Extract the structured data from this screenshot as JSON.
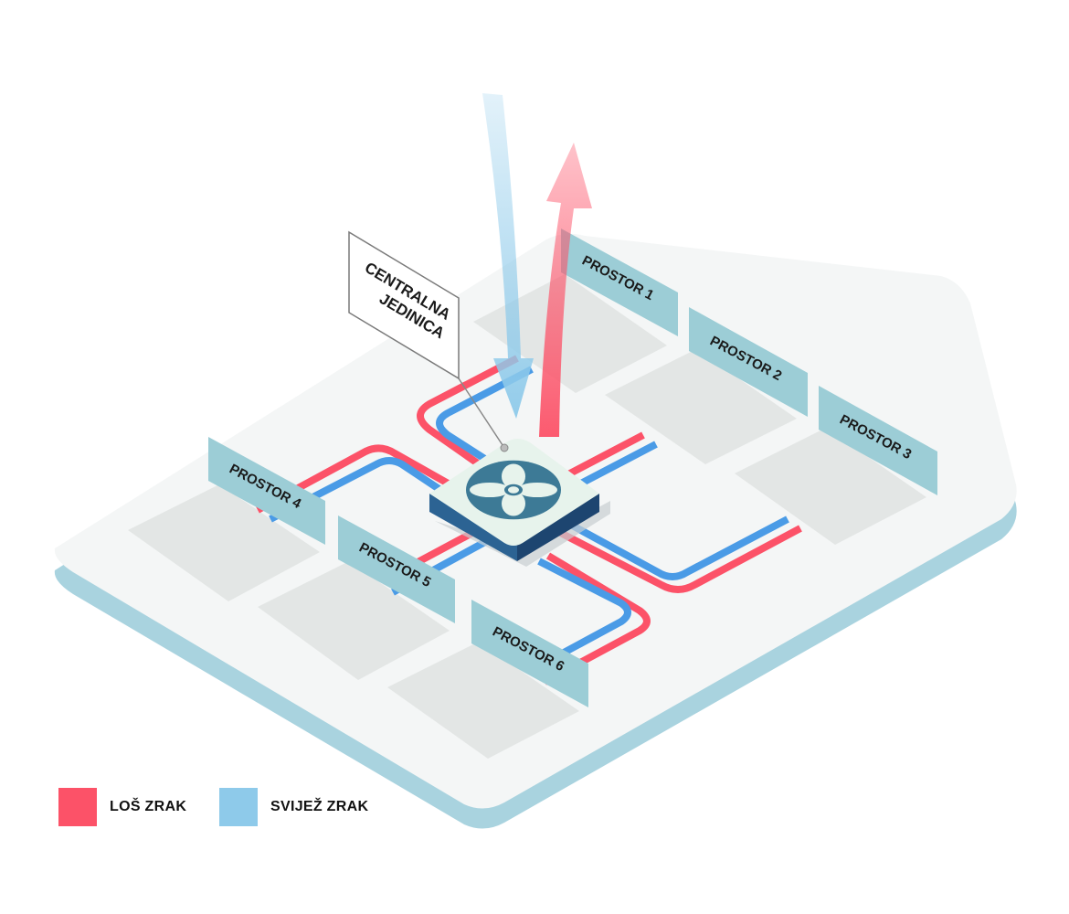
{
  "colors": {
    "bad_air": "#fc5268",
    "fresh_air": "#8ecaea",
    "duct_blue": "#4a9be6",
    "floor": "#f4f6f6",
    "floor_edge": "#a9d3df",
    "room": "#e3e6e5",
    "sign": "#9ccdd6",
    "unit_top": "#e7f3ec",
    "unit_side": "#23507c",
    "fan": "#3d7a96"
  },
  "unit": {
    "line1": "CENTRALNA",
    "line2": "JEDINICA",
    "icon": "fan-icon"
  },
  "rooms": [
    {
      "label": "PROSTOR 1"
    },
    {
      "label": "PROSTOR 2"
    },
    {
      "label": "PROSTOR 3"
    },
    {
      "label": "PROSTOR 4"
    },
    {
      "label": "PROSTOR 5"
    },
    {
      "label": "PROSTOR 6"
    }
  ],
  "legend": [
    {
      "label": "LOŠ ZRAK",
      "color": "#fc5268"
    },
    {
      "label": "SVIJEŽ ZRAK",
      "color": "#8ecaea"
    }
  ]
}
